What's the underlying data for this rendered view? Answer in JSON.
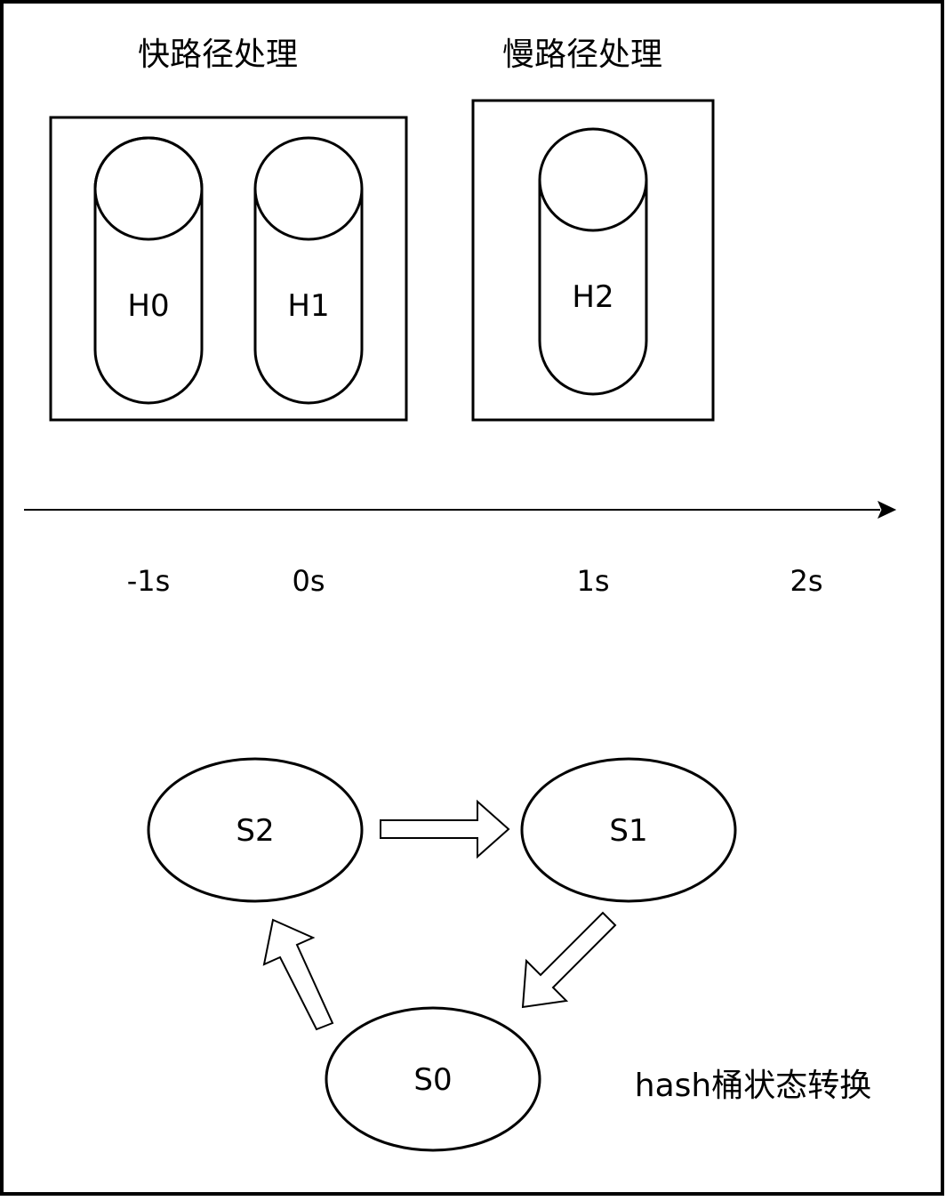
{
  "labels": {
    "fast_path": "快路径处理",
    "slow_path": "慢路径处理",
    "caption": "hash桶状态转换"
  },
  "cylinders": {
    "h0": "H0",
    "h1": "H1",
    "h2": "H2"
  },
  "timeline": {
    "ticks": [
      "-1s",
      "0s",
      "1s",
      "2s"
    ]
  },
  "states": {
    "s0": "S0",
    "s1": "S1",
    "s2": "S2"
  },
  "colors": {
    "stroke": "#000000",
    "fill": "#ffffff"
  }
}
